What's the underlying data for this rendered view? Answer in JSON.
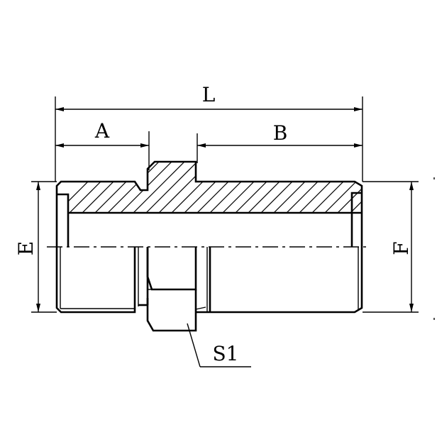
{
  "diagram": {
    "type": "technical-drawing",
    "subject": "male straight adapter fitting (half-section view)",
    "stroke_color": "#000000",
    "background_color": "#ffffff",
    "dimensions": {
      "L": {
        "label": "L",
        "description": "overall length"
      },
      "A": {
        "label": "A",
        "description": "left thread length"
      },
      "B": {
        "label": "B",
        "description": "right thread length"
      },
      "E": {
        "label": "E",
        "description": "left thread diameter"
      },
      "F": {
        "label": "F",
        "description": "right thread diameter"
      },
      "S1": {
        "label": "S1",
        "description": "hex wrench size"
      }
    }
  }
}
